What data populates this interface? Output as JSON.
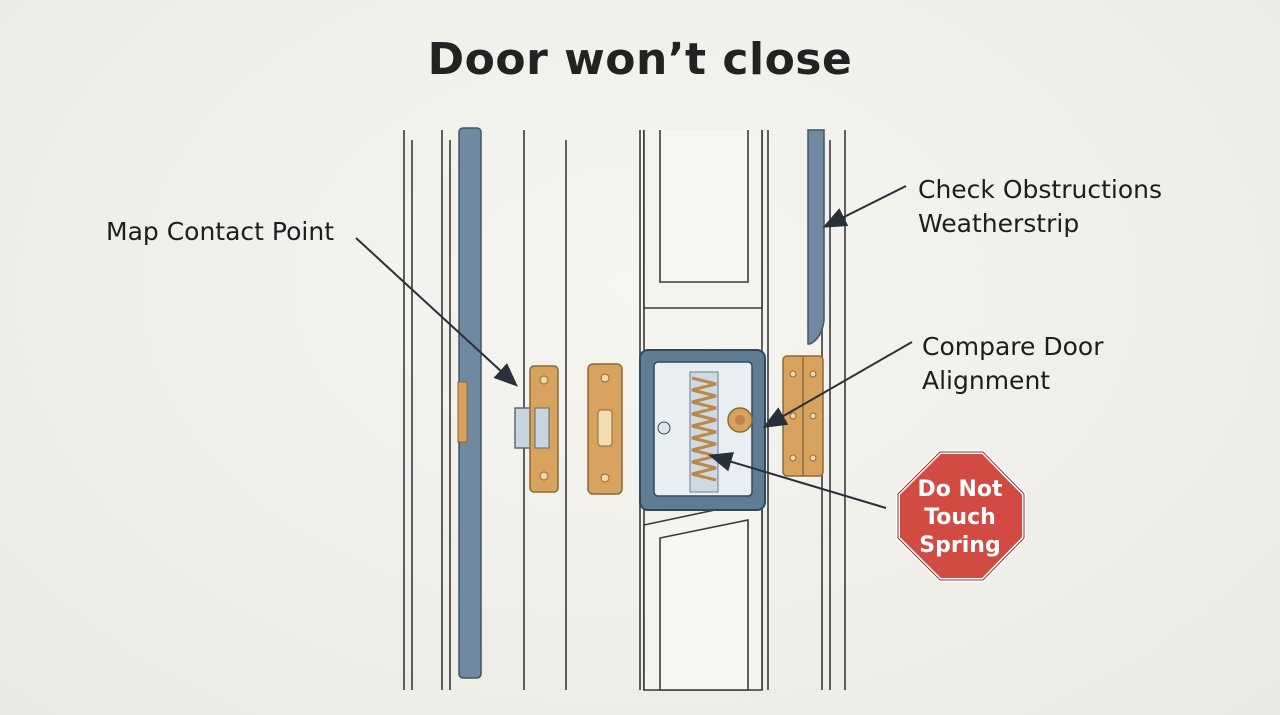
{
  "title": "Door won’t close",
  "callouts": {
    "map_contact": "Map Contact Point",
    "check_obstructions": [
      "Check Obstructions",
      "Weatherstrip"
    ],
    "compare_alignment": [
      "Compare Door",
      "Alignment"
    ]
  },
  "warning_sign": {
    "lines": [
      "Do Not",
      "Touch",
      "Spring"
    ],
    "color": "#d24b43"
  },
  "colors": {
    "brass": "#d8a35f",
    "weatherstrip": "#6f8aa0",
    "plate": "#5f7c93",
    "spring": "#b98a4e"
  }
}
